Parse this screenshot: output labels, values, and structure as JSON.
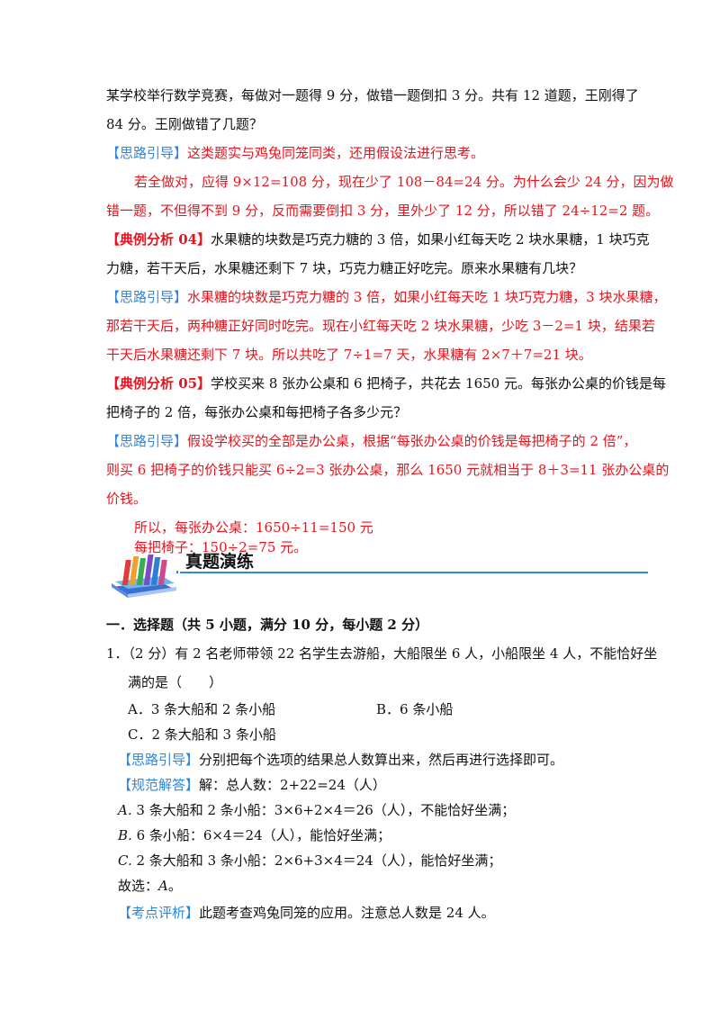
{
  "intro": {
    "q_line1": "某学校举行数学竞赛，每做对一题得 9 分，做错一题倒扣 3 分。共有 12 道题，王刚得了",
    "q_line2": "84 分。王刚做错了几题？",
    "hint_tag": "【思路引导】",
    "hint_text": "这类题实与鸡兔同笼同类，还用假设法进行思考。",
    "sol_line1": "若全做对，应得 9×12=108 分，现在少了 108－84=24 分。为什么会少 24 分，因为做",
    "sol_line2": "错一题，不但得不到 9 分，反而需要倒扣 3 分，里外少了 12 分，所以错了 24÷12=2 题。"
  },
  "ex04": {
    "tag": "【典例分析 04】",
    "q_line1": "水果糖的块数是巧克力糖的 3 倍，如果小红每天吃 2 块水果糖，1 块巧克",
    "q_line2": "力糖，若干天后，水果糖还剩下 7 块，巧克力糖正好吃完。原来水果糖有几块？",
    "hint_tag": "【思路引导】",
    "hint_line1": "水果糖的块数是巧克力糖的 3 倍，如果小红每天吃 1 块巧克力糖，3 块水果糖，",
    "hint_line2": "那若干天后，两种糖正好同时吃完。现在小红每天吃 2 块水果糖，少吃 3－2=1 块，结果若",
    "hint_line3": "干天后水果糖还剩下 7 块。所以共吃了 7÷1=7 天，水果糖有 2×7＋7=21 块。"
  },
  "ex05": {
    "tag": "【典例分析 05】",
    "q_line1": "学校买来 8 张办公桌和 6 把椅子，共花去 1650 元。每张办公桌的价钱是每",
    "q_line2": "把椅子的 2 倍，每张办公桌和每把椅子各多少元？",
    "hint_tag": "【思路引导】",
    "hint_line1": "假设学校买的全部是办公桌，根据“每张办公桌的价钱是每把椅子的 2 倍”，",
    "hint_line2": "则买 6 把椅子的价钱只能买 6÷2=3 张办公桌，那么 1650 元就相当于 8＋3=11 张办公桌的",
    "hint_line3": "价钱。",
    "ans_line1": "所以，每张办公桌：1650÷11=150 元",
    "ans_line2": "每把椅子：150÷2=75 元。"
  },
  "banner": {
    "title": "真题演练"
  },
  "section": {
    "heading": "一．选择题（共 5 小题，满分 10 分，每小题 2 分）"
  },
  "q1": {
    "stem_line1": "1．（2 分）有 2 名老师带领 22 名学生去游船，大船限坐 6 人，小船限坐 4 人，不能恰好坐",
    "stem_line2": "满的是（　　）",
    "opt_a": "A．3 条大船和 2 条小船",
    "opt_b": "B．6 条小船",
    "opt_c": "C．2 条大船和 3 条小船",
    "hint_tag": "【思路引导】",
    "hint_text": "分别把每个选项的结果总人数算出来，然后再进行选择即可。",
    "sol_tag": "【规范解答】",
    "sol_text": "解：总人数：2+22=24（人）",
    "a_letter": "A.",
    "a_text": " 3 条大船和 2 条小船：3×6+2×4＝26（人），不能恰好坐满；",
    "b_letter": "B.",
    "b_text": " 6 条小船：6×4＝24（人），能恰好坐满；",
    "c_letter": "C.",
    "c_text": " 2 条大船和 3 条小船：2×6+3×4＝24（人），能恰好坐满；",
    "choice_label": "故选：",
    "choice_letter": "A",
    "choice_end": "。",
    "point_tag": "【考点评析】",
    "point_text": "此题考查鸡兔同笼的应用。注意总人数是 24 人。"
  }
}
